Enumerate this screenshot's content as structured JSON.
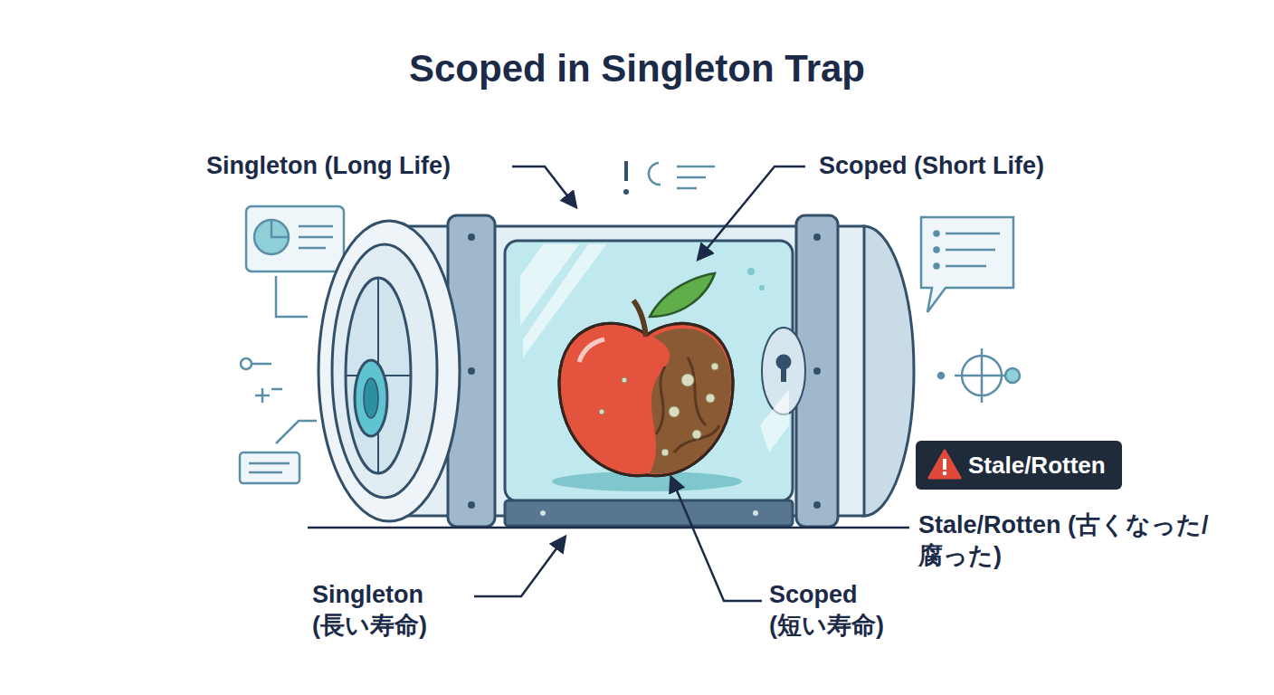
{
  "diagram": {
    "title": "Scoped in Singleton Trap",
    "nodes": [
      {
        "text": [
          "Stale/Rotten"
        ]
      }
    ],
    "labels": [
      "Singleton (Long Life)",
      "Scoped (Short Life)",
      "Stale/Rotten (古くなった/腐った)",
      "Singleton (長い寿命)",
      "Scoped (短い寿命)"
    ]
  }
}
